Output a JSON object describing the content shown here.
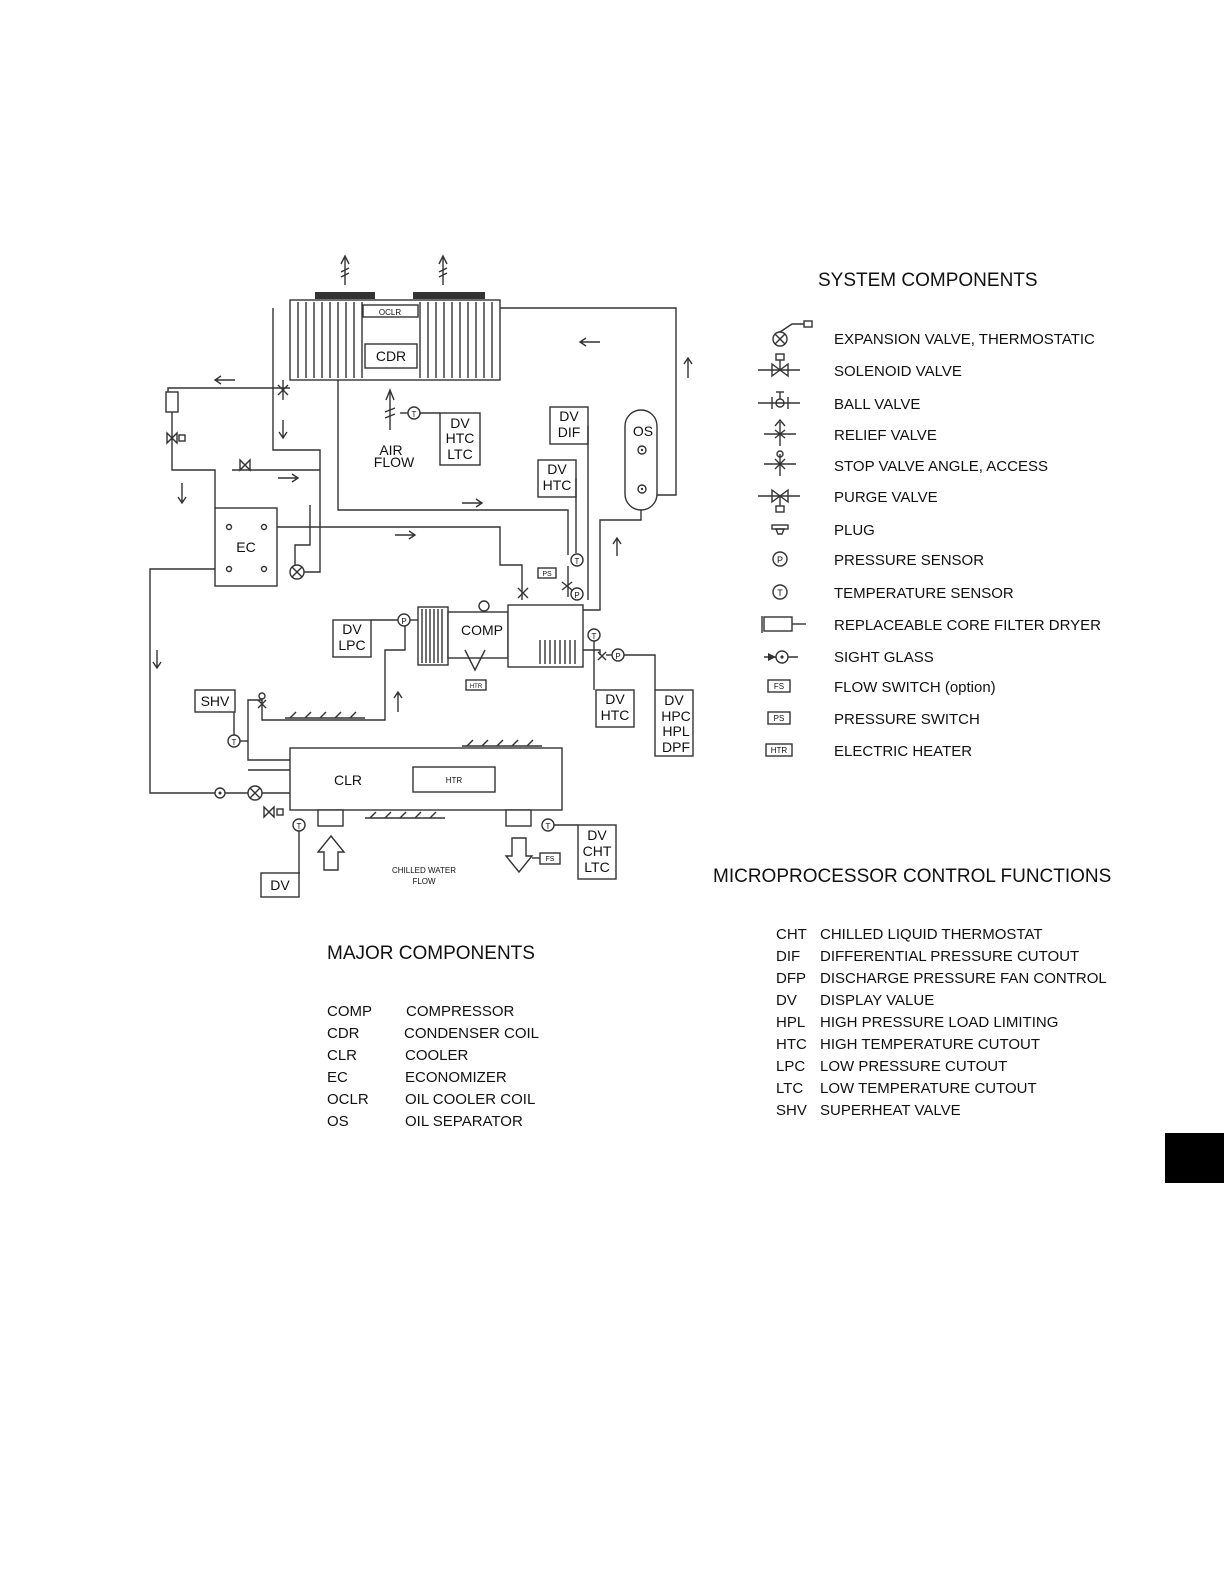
{
  "system_components": {
    "title": "SYSTEM COMPONENTS",
    "items": [
      {
        "icon": "expansion-valve-icon",
        "label": "EXPANSION VALVE, THERMOSTATIC"
      },
      {
        "icon": "solenoid-valve-icon",
        "label": "SOLENOID VALVE"
      },
      {
        "icon": "ball-valve-icon",
        "label": "BALL VALVE"
      },
      {
        "icon": "relief-valve-icon",
        "label": "RELIEF VALVE"
      },
      {
        "icon": "stop-valve-icon",
        "label": "STOP VALVE ANGLE, ACCESS"
      },
      {
        "icon": "purge-valve-icon",
        "label": "PURGE VALVE"
      },
      {
        "icon": "plug-icon",
        "label": "PLUG"
      },
      {
        "icon": "pressure-sensor-icon",
        "label": "PRESSURE SENSOR",
        "glyph": "P"
      },
      {
        "icon": "temperature-sensor-icon",
        "label": "TEMPERATURE SENSOR",
        "glyph": "T"
      },
      {
        "icon": "filter-dryer-icon",
        "label": "REPLACEABLE CORE FILTER DRYER"
      },
      {
        "icon": "sight-glass-icon",
        "label": "SIGHT GLASS"
      },
      {
        "icon": "flow-switch-icon",
        "label": "FLOW SWITCH  (option)",
        "glyph": "FS"
      },
      {
        "icon": "pressure-switch-icon",
        "label": "PRESSURE SWITCH",
        "glyph": "PS"
      },
      {
        "icon": "electric-heater-icon",
        "label": "ELECTRIC HEATER",
        "glyph": "HTR"
      }
    ]
  },
  "control_functions": {
    "title": "MICROPROCESSOR CONTROL FUNCTIONS",
    "items": [
      {
        "code": "CHT",
        "label": "CHILLED LIQUID THERMOSTAT"
      },
      {
        "code": "DIF",
        "label": "DIFFERENTIAL PRESSURE CUTOUT"
      },
      {
        "code": "DFP",
        "label": "DISCHARGE PRESSURE FAN CONTROL"
      },
      {
        "code": "DV",
        "label": "DISPLAY VALUE"
      },
      {
        "code": "HPL",
        "label": "HIGH PRESSURE LOAD LIMITING"
      },
      {
        "code": "HTC",
        "label": "HIGH TEMPERATURE CUTOUT"
      },
      {
        "code": "LPC",
        "label": "LOW PRESSURE CUTOUT"
      },
      {
        "code": "LTC",
        "label": "LOW TEMPERATURE CUTOUT"
      },
      {
        "code": "SHV",
        "label": "SUPERHEAT VALVE"
      }
    ]
  },
  "major_components": {
    "title": "MAJOR COMPONENTS",
    "items": [
      {
        "code": "COMP",
        "label": "COMPRESSOR"
      },
      {
        "code": "CDR",
        "label": "CONDENSER COIL"
      },
      {
        "code": "CLR",
        "label": "COOLER"
      },
      {
        "code": "EC",
        "label": "ECONOMIZER"
      },
      {
        "code": "OCLR",
        "label": "OIL COOLER COIL"
      },
      {
        "code": "OS",
        "label": "OIL SEPARATOR"
      }
    ]
  },
  "schematic": {
    "oclr": "OCLR",
    "cdr": "CDR",
    "air_flow_1": "AIR",
    "air_flow_2": "FLOW",
    "os": "OS",
    "ec": "EC",
    "comp": "COMP",
    "clr": "CLR",
    "htr": "HTR",
    "shv": "SHV",
    "chilled_water_1": "CHILLED WATER",
    "chilled_water_2": "FLOW",
    "sensor_t": "T",
    "sensor_p": "P",
    "fs": "FS",
    "ps": "PS",
    "tag_cdr": [
      "DV",
      "HTC",
      "LTC"
    ],
    "tag_dif": [
      "DV",
      "DIF"
    ],
    "tag_htc_top": [
      "DV",
      "HTC"
    ],
    "tag_lpc": [
      "DV",
      "LPC"
    ],
    "tag_htc_bottom": [
      "DV",
      "HTC"
    ],
    "tag_hpc": [
      "DV",
      "HPC",
      "HPL",
      "DPF"
    ],
    "tag_cht": [
      "DV",
      "CHT",
      "LTC"
    ],
    "tag_dv": "DV"
  }
}
